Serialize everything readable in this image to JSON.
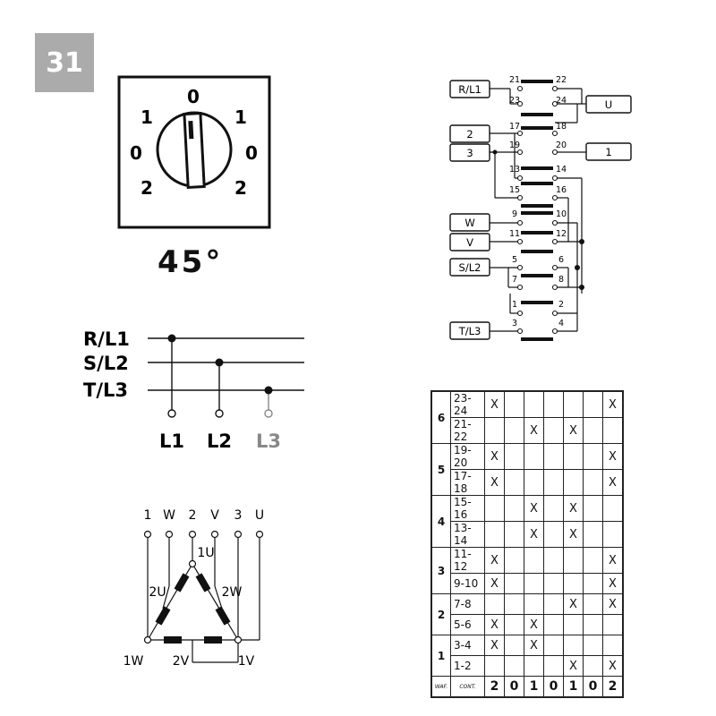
{
  "badge": "31",
  "angle": "45°",
  "dial": {
    "top": "0",
    "left": [
      "1",
      "0",
      "2"
    ],
    "right": [
      "1",
      "0",
      "2"
    ]
  },
  "lines": {
    "inputs": [
      "R/L1",
      "S/L2",
      "T/L3"
    ],
    "outputs": [
      "L1",
      "L2",
      "L3"
    ]
  },
  "motor": {
    "terminals": [
      "1",
      "W",
      "2",
      "V",
      "3",
      "U"
    ],
    "windings": [
      "1U",
      "2U",
      "2W",
      "1W",
      "2V",
      "1V"
    ]
  },
  "contacts": {
    "labels": [
      "R/L1",
      "U",
      "2",
      "3",
      "1",
      "W",
      "V",
      "S/L2",
      "T/L3"
    ],
    "numbers": [
      "21",
      "22",
      "23",
      "24",
      "17",
      "18",
      "19",
      "20",
      "13",
      "14",
      "15",
      "16",
      "9",
      "10",
      "11",
      "12",
      "5",
      "6",
      "7",
      "8",
      "1",
      "2",
      "3",
      "4"
    ]
  },
  "table": {
    "rows": [
      {
        "wafer": "6",
        "contact": "23-24",
        "marks": [
          "X",
          "",
          "",
          "",
          "",
          "",
          "X"
        ]
      },
      {
        "wafer": "",
        "contact": "21-22",
        "marks": [
          "",
          "",
          "X",
          "",
          "X",
          "",
          ""
        ]
      },
      {
        "wafer": "5",
        "contact": "19-20",
        "marks": [
          "X",
          "",
          "",
          "",
          "",
          "",
          "X"
        ]
      },
      {
        "wafer": "",
        "contact": "17-18",
        "marks": [
          "X",
          "",
          "",
          "",
          "",
          "",
          "X"
        ]
      },
      {
        "wafer": "4",
        "contact": "15-16",
        "marks": [
          "",
          "",
          "X",
          "",
          "X",
          "",
          ""
        ]
      },
      {
        "wafer": "",
        "contact": "13-14",
        "marks": [
          "",
          "",
          "X",
          "",
          "X",
          "",
          ""
        ]
      },
      {
        "wafer": "3",
        "contact": "11-12",
        "marks": [
          "X",
          "",
          "",
          "",
          "",
          "",
          "X"
        ]
      },
      {
        "wafer": "",
        "contact": "9-10",
        "marks": [
          "X",
          "",
          "",
          "",
          "",
          "",
          "X"
        ]
      },
      {
        "wafer": "2",
        "contact": "7-8",
        "marks": [
          "",
          "",
          "",
          "",
          "X",
          "",
          "X"
        ]
      },
      {
        "wafer": "",
        "contact": "5-6",
        "marks": [
          "X",
          "",
          "X",
          "",
          "",
          "",
          ""
        ]
      },
      {
        "wafer": "1",
        "contact": "3-4",
        "marks": [
          "X",
          "",
          "X",
          "",
          "",
          "",
          ""
        ]
      },
      {
        "wafer": "",
        "contact": "1-2",
        "marks": [
          "",
          "",
          "",
          "",
          "X",
          "",
          "X"
        ]
      }
    ],
    "footer": {
      "wafer": "WAF.",
      "contact": "CONT.",
      "positions": [
        "2",
        "0",
        "1",
        "0",
        "1",
        "0",
        "2"
      ]
    }
  }
}
